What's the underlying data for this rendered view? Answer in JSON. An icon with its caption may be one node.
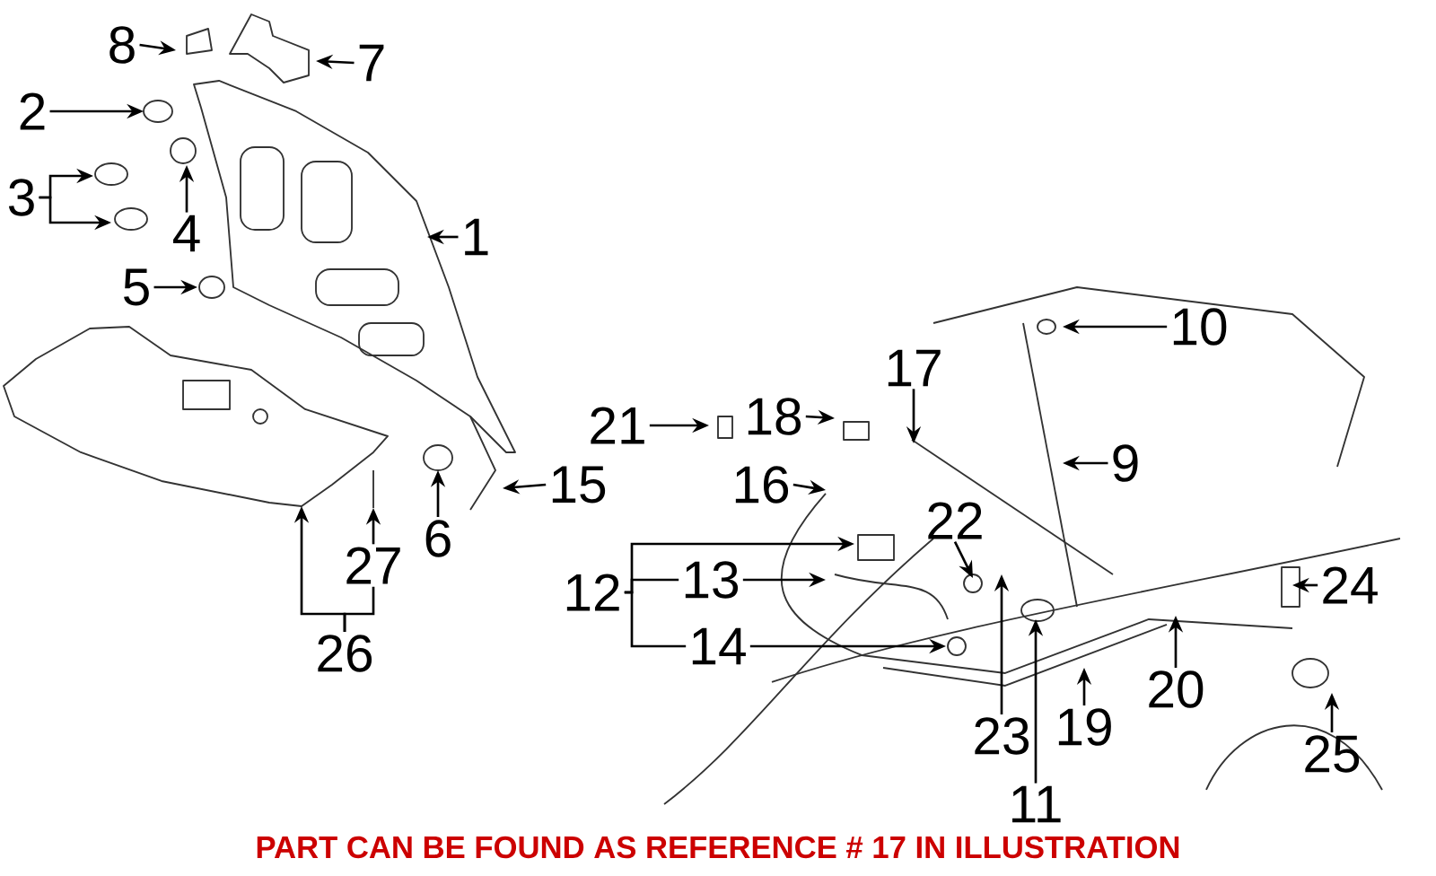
{
  "diagram": {
    "caption": "PART CAN BE FOUND AS REFERENCE # 17 IN ILLUSTRATION",
    "nodes": [
      {
        "text": [
          "1"
        ]
      },
      {
        "text": [
          "2"
        ]
      },
      {
        "text": [
          "3"
        ]
      },
      {
        "text": [
          "4"
        ]
      },
      {
        "text": [
          "5"
        ]
      },
      {
        "text": [
          "6"
        ]
      },
      {
        "text": [
          "7"
        ]
      },
      {
        "text": [
          "8"
        ]
      },
      {
        "text": [
          "9"
        ]
      },
      {
        "text": [
          "10"
        ]
      },
      {
        "text": [
          "11"
        ]
      },
      {
        "text": [
          "12"
        ]
      },
      {
        "text": [
          "13"
        ]
      },
      {
        "text": [
          "14"
        ]
      },
      {
        "text": [
          "15"
        ]
      },
      {
        "text": [
          "16"
        ]
      },
      {
        "text": [
          "17"
        ]
      },
      {
        "text": [
          "18"
        ]
      },
      {
        "text": [
          "19"
        ]
      },
      {
        "text": [
          "20"
        ]
      },
      {
        "text": [
          "21"
        ]
      },
      {
        "text": [
          "22"
        ]
      },
      {
        "text": [
          "23"
        ]
      },
      {
        "text": [
          "24"
        ]
      },
      {
        "text": [
          "25"
        ]
      },
      {
        "text": [
          "26"
        ]
      },
      {
        "text": [
          "27"
        ]
      }
    ],
    "edges": [
      {
        "from": 0,
        "to": null,
        "arrow": "to"
      },
      {
        "from": 1,
        "to": null,
        "arrow": "to"
      },
      {
        "from": 2,
        "to": null,
        "arrow": "to"
      },
      {
        "from": 2,
        "to": null,
        "arrow": "to"
      },
      {
        "from": 3,
        "to": null,
        "arrow": "to"
      },
      {
        "from": 4,
        "to": null,
        "arrow": "to"
      },
      {
        "from": 5,
        "to": null,
        "arrow": "to"
      },
      {
        "from": 6,
        "to": null,
        "arrow": "to"
      },
      {
        "from": 7,
        "to": null,
        "arrow": "to"
      },
      {
        "from": 8,
        "to": null,
        "arrow": "to"
      },
      {
        "from": 9,
        "to": null,
        "arrow": "to"
      },
      {
        "from": 10,
        "to": null,
        "arrow": "to"
      },
      {
        "from": 11,
        "to": null,
        "arrow": "to"
      },
      {
        "from": 11,
        "to": 12,
        "arrow": "none"
      },
      {
        "from": 11,
        "to": 13,
        "arrow": "none"
      },
      {
        "from": 12,
        "to": null,
        "arrow": "to"
      },
      {
        "from": 13,
        "to": null,
        "arrow": "to"
      },
      {
        "from": 14,
        "to": null,
        "arrow": "to"
      },
      {
        "from": 15,
        "to": null,
        "arrow": "to"
      },
      {
        "from": 16,
        "to": null,
        "arrow": "to"
      },
      {
        "from": 17,
        "to": null,
        "arrow": "to"
      },
      {
        "from": 18,
        "to": null,
        "arrow": "to"
      },
      {
        "from": 19,
        "to": null,
        "arrow": "to"
      },
      {
        "from": 20,
        "to": null,
        "arrow": "to"
      },
      {
        "from": 21,
        "to": null,
        "arrow": "to"
      },
      {
        "from": 22,
        "to": null,
        "arrow": "to"
      },
      {
        "from": 23,
        "to": null,
        "arrow": "to"
      },
      {
        "from": 24,
        "to": null,
        "arrow": "to"
      },
      {
        "from": 25,
        "to": null,
        "arrow": "to"
      },
      {
        "from": 25,
        "to": 26,
        "arrow": "none"
      },
      {
        "from": 26,
        "to": null,
        "arrow": "to"
      }
    ]
  }
}
